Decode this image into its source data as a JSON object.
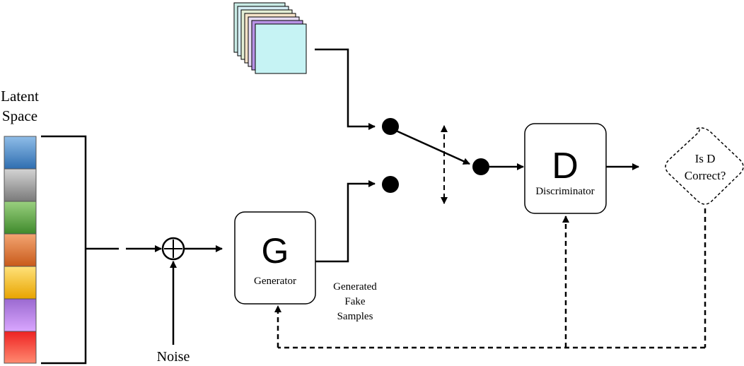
{
  "latent_space": {
    "label_line1": "Latent",
    "label_line2": "Space",
    "segments": [
      {
        "top": "#8fbde8",
        "bottom": "#2f6eb0"
      },
      {
        "top": "#d4d4d4",
        "bottom": "#7a7a7a"
      },
      {
        "top": "#9ad07f",
        "bottom": "#3f8a2c"
      },
      {
        "top": "#f3a572",
        "bottom": "#c85a1a"
      },
      {
        "top": "#ffe27a",
        "bottom": "#e8a400"
      },
      {
        "top": "#9b6ad0",
        "bottom": "#d9a6ff"
      },
      {
        "top": "#ee2222",
        "bottom": "#ff8a70"
      }
    ]
  },
  "noise": {
    "label": "Noise"
  },
  "generator": {
    "letter": "G",
    "label": "Generator"
  },
  "fake_samples": {
    "line1": "Generated",
    "line2": "Fake",
    "line3": "Samples"
  },
  "discriminator": {
    "letter": "D",
    "label": "Discriminator"
  },
  "decision": {
    "line1": "Is D",
    "line2": "Correct?"
  },
  "real_samples": {
    "colors": [
      "#c9ece6",
      "#d6eef6",
      "#e4efd6",
      "#f6e4c9",
      "#e6dcf3",
      "#b893e6",
      "#c6f3f4"
    ]
  }
}
